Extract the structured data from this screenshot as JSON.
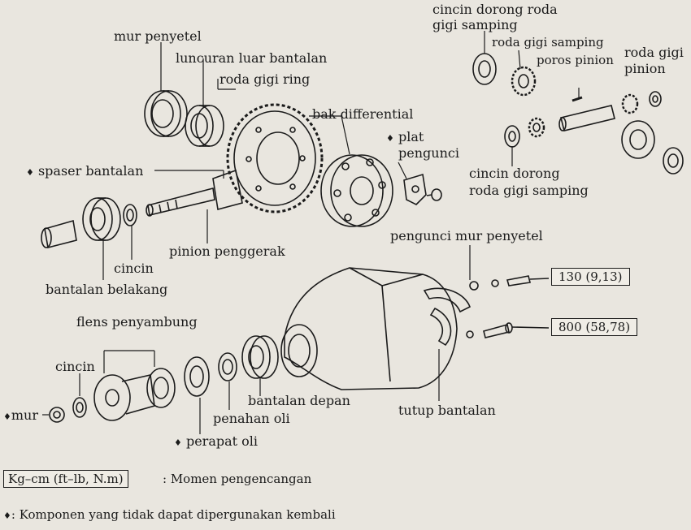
{
  "labels": {
    "mur_penyetel": "mur penyetel",
    "luncuran_luar": "luncuran luar bantalan",
    "roda_gigi_ring": "roda gigi ring",
    "bak_differential": "bak differential",
    "plat": "plat",
    "pengunci": "pengunci",
    "cincin_dorong_top_1": "cincin dorong roda",
    "cincin_dorong_top_2": "gigi samping",
    "roda_gigi_samping": "roda gigi samping",
    "poros_pinion": "poros pinion",
    "roda_gigi_pinion_1": "roda gigi",
    "roda_gigi_pinion_2": "pinion",
    "cincin_dorong_bot_1": "cincin dorong",
    "cincin_dorong_bot_2": "roda gigi samping",
    "spaser_bantalan": "spaser bantalan",
    "cincin_1": "cincin",
    "pinion_penggerak": "pinion penggerak",
    "bantalan_belakang": "bantalan belakang",
    "pengunci_mur_penyetel": "pengunci mur penyetel",
    "flens_penyambung": "flens penyambung",
    "cincin_2": "cincin",
    "mur": "mur",
    "bantalan_depan": "bantalan depan",
    "penahan_oli": "penahan oli",
    "perapat_oli": "perapat oli",
    "tutup_bantalan": "tutup bantalan"
  },
  "torque": {
    "upper": "130 (9,13)",
    "lower": "800 (58,78)"
  },
  "legend": {
    "unit_box": "Kg–cm (ft–lb, N.m)",
    "unit_text": ": Momen pengencangan",
    "bullet": "♦",
    "bullet_text": ": Komponen yang tidak dapat dipergunakan kembali"
  },
  "colors": {
    "ink": "#1b1b1b",
    "paper": "#e9e6df"
  }
}
